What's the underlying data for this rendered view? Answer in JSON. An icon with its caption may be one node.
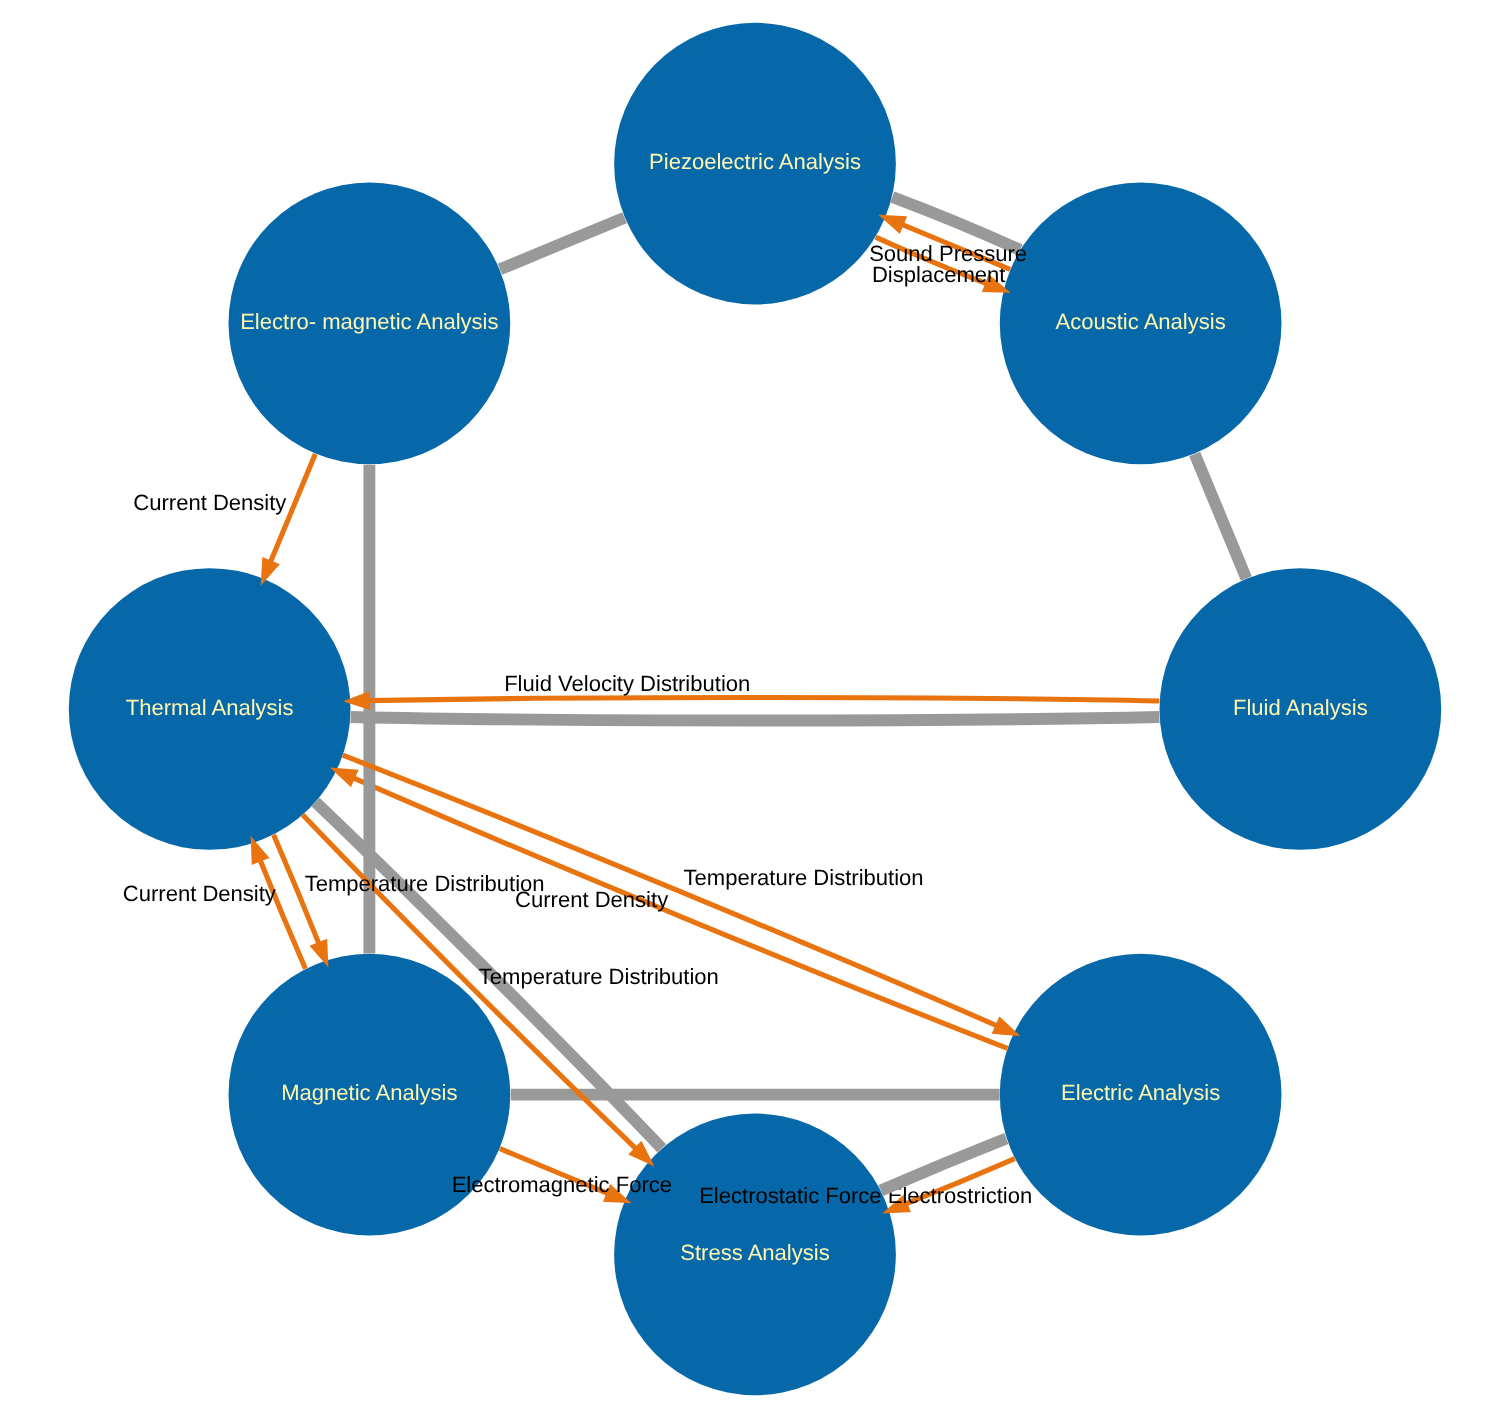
{
  "diagram": {
    "nodes": [
      {
        "text": [
          "Electric Analysis"
        ]
      },
      {
        "text": [
          "Stress Analysis"
        ]
      },
      {
        "text": [
          "Magnetic Analysis"
        ]
      },
      {
        "text": [
          "Thermal Analysis"
        ]
      },
      {
        "text": [
          "Electro- magnetic Analysis"
        ]
      },
      {
        "text": [
          "Fluid Analysis"
        ]
      },
      {
        "text": [
          "Piezoelectric Analysis"
        ]
      },
      {
        "text": [
          "Acoustic Analysis"
        ]
      }
    ],
    "edges": [
      {
        "from": 1,
        "to": 0,
        "arrow": "none",
        "style": "thick",
        "color": "#999999"
      },
      {
        "from": 0,
        "to": 2,
        "arrow": "none",
        "style": "thick",
        "color": "#999999"
      },
      {
        "from": 2,
        "to": 4,
        "arrow": "none",
        "style": "thick",
        "color": "#999999"
      },
      {
        "from": 4,
        "to": 6,
        "arrow": "none",
        "style": "thick",
        "color": "#999999"
      },
      {
        "from": 6,
        "to": 7,
        "arrow": "none",
        "style": "thick",
        "color": "#999999"
      },
      {
        "from": 7,
        "to": 5,
        "arrow": "none",
        "style": "thick",
        "color": "#999999"
      },
      {
        "from": 5,
        "to": 3,
        "arrow": "none",
        "style": "thick",
        "color": "#999999"
      },
      {
        "from": 3,
        "to": 1,
        "arrow": "none",
        "style": "thick",
        "color": "#999999"
      },
      {
        "from": 2,
        "to": 1,
        "arrow": "to",
        "label": "Electromagnetic Force"
      },
      {
        "from": 0,
        "to": 1,
        "arrow": "to",
        "label": "Electrostatic Force Electrostriction"
      },
      {
        "from": 3,
        "to": 1,
        "arrow": "to",
        "label": "Temperature Distribution"
      },
      {
        "from": 0,
        "to": 3,
        "arrow": "to",
        "label": "Current Density"
      },
      {
        "from": 3,
        "to": 0,
        "arrow": "to",
        "label": "Temperature Distribution"
      },
      {
        "from": 2,
        "to": 3,
        "arrow": "to",
        "label": "Current Density"
      },
      {
        "from": 3,
        "to": 2,
        "arrow": "to",
        "label": "Temperature Distribution"
      },
      {
        "from": 4,
        "to": 3,
        "arrow": "to",
        "label": "Current Density"
      },
      {
        "from": 5,
        "to": 3,
        "arrow": "to",
        "label": "Fluid Velocity Distribution"
      },
      {
        "from": 6,
        "to": 7,
        "arrow": "to",
        "label": "Displacement"
      },
      {
        "from": 7,
        "to": 6,
        "arrow": "to",
        "label": "Sound Pressure"
      }
    ]
  }
}
